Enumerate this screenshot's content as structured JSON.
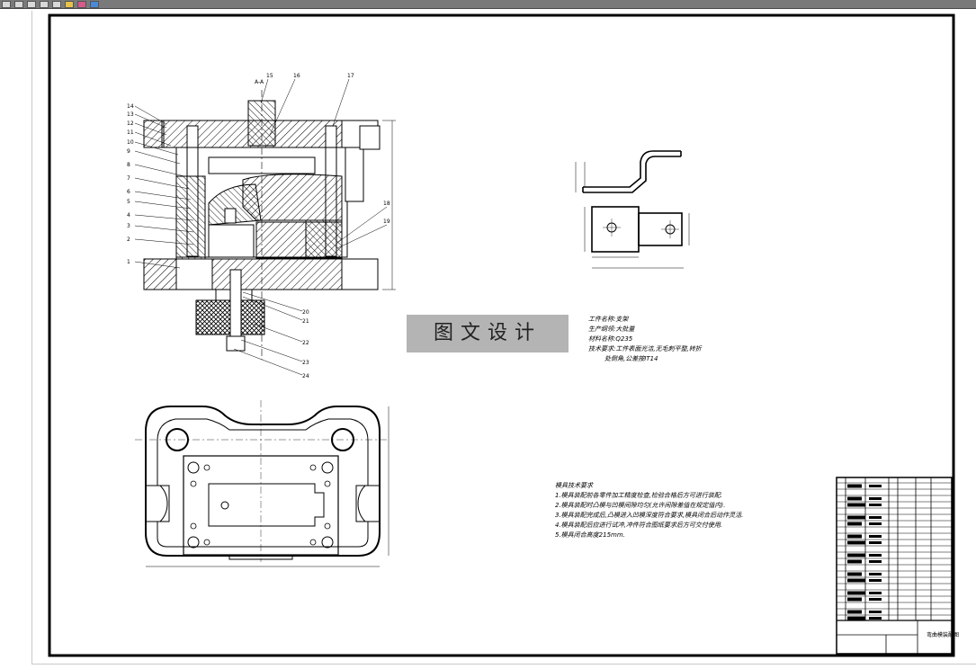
{
  "toolbar": {
    "icon_names": [
      "file-icon",
      "open-icon",
      "save-icon",
      "print-icon",
      "cut-icon",
      "copy-icon",
      "paste-icon",
      "layer-icon"
    ]
  },
  "section_label": "A-A",
  "watermark": "图文设计",
  "spec_notes": [
    "工件名称:支架",
    "生产纲领:大批量",
    "材料名称:Q235",
    "技术要求:工件表面光洁,无毛刺平整,转折",
    "处倒角,公差按IT14"
  ],
  "tech_notes": [
    "模具技术要求",
    "1.模具装配前各零件加工精度检查,检验合格后方可进行装配.",
    "2.模具装配时凸模与凹模间隙均匀(允许间隙差值在规定值内).",
    "3.模具装配完成后,凸模进入凹模深度符合要求,模具闭合后动作灵活.",
    "4.模具装配后应进行试冲,冲件符合图纸要求后方可交付使用.",
    "5.模具闭合高度215mm."
  ],
  "part_numbers_left": [
    "14",
    "13",
    "12",
    "11",
    "10",
    "9",
    "8",
    "7",
    "6",
    "5",
    "4",
    "3",
    "2",
    "1"
  ],
  "part_numbers_top": [
    "15",
    "16",
    "17"
  ],
  "part_numbers_right": [
    "18",
    "19"
  ],
  "part_numbers_bottom": [
    "20",
    "21",
    "22",
    "23",
    "24"
  ],
  "title_block_name": "弯曲模装配图",
  "colors": {
    "line": "#000000",
    "hatch": "#000000",
    "watermark_bg": "#b4b4b4",
    "topbar": "#7a7a7a"
  }
}
